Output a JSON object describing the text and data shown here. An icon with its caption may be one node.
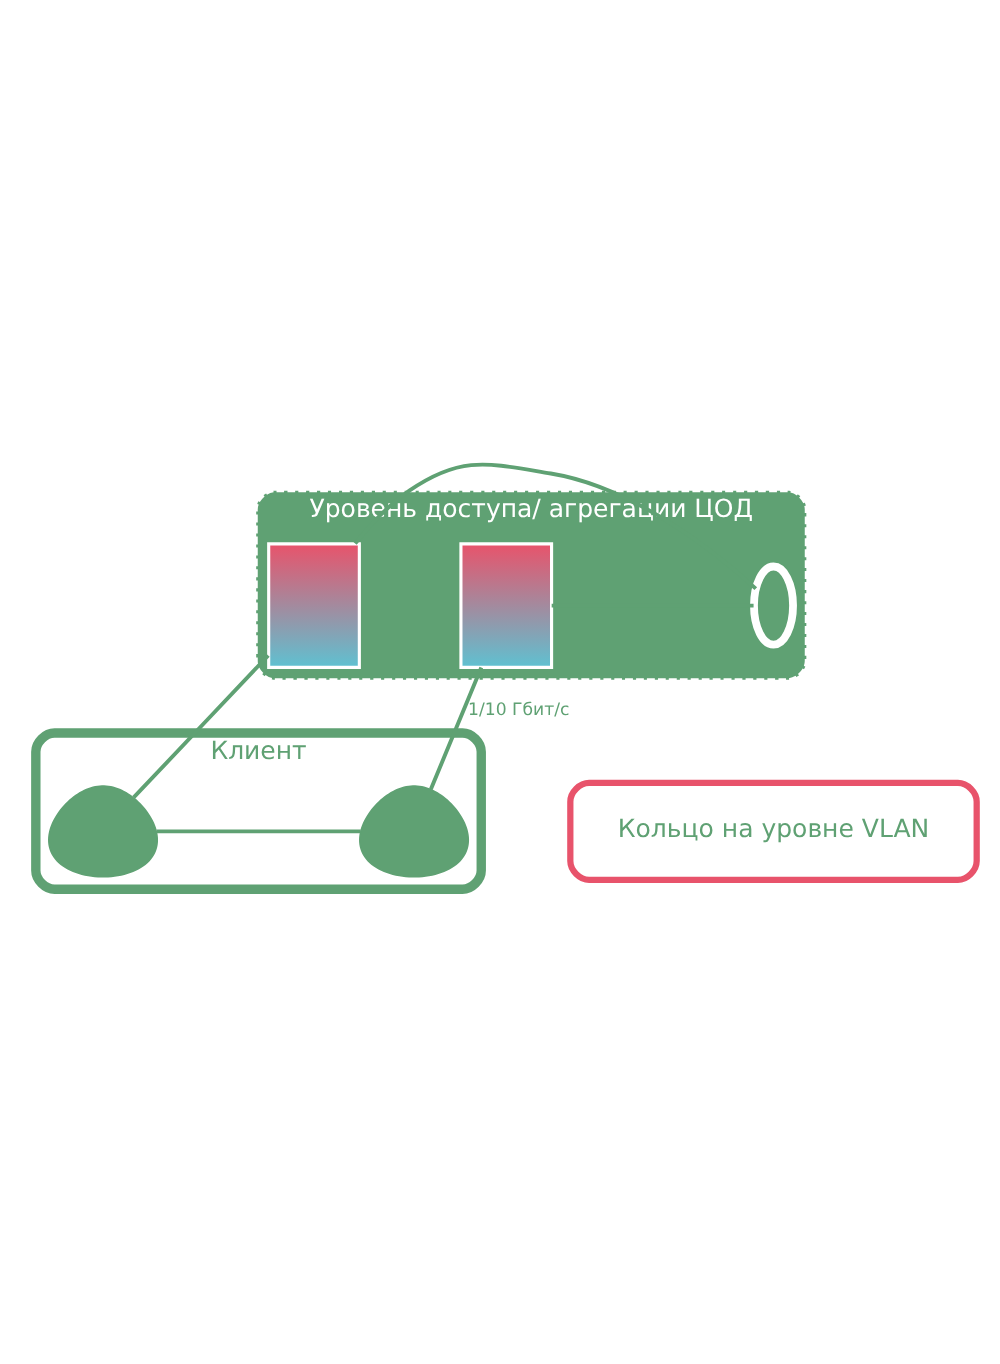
{
  "diagram": {
    "nodes": [
      {
        "text": [
          "Уровень доступа/ агрегации ЦОД"
        ]
      },
      {
        "text": [],
        "shape": "box",
        "in": 0
      },
      {
        "text": [],
        "shape": "circle",
        "in": 0
      },
      {
        "text": [],
        "shape": "box",
        "in": 0
      },
      {
        "text": [
          "Кольцо на уровне VLAN"
        ]
      },
      {
        "text": [
          "Клиент"
        ]
      },
      {
        "text": [],
        "shape": "person",
        "in": 5
      },
      {
        "text": [],
        "shape": "person",
        "in": 5
      }
    ],
    "edges": [
      {
        "from": 1,
        "to": 2,
        "arrow": "none"
      },
      {
        "from": 2,
        "to": 3,
        "arrow": "none"
      },
      {
        "from": 1,
        "to": 6,
        "arrow": "none"
      },
      {
        "from": 3,
        "to": 7,
        "arrow": "none",
        "label": "1/10 Гбит/с"
      },
      {
        "from": 6,
        "to": 7,
        "arrow": "none"
      }
    ]
  }
}
